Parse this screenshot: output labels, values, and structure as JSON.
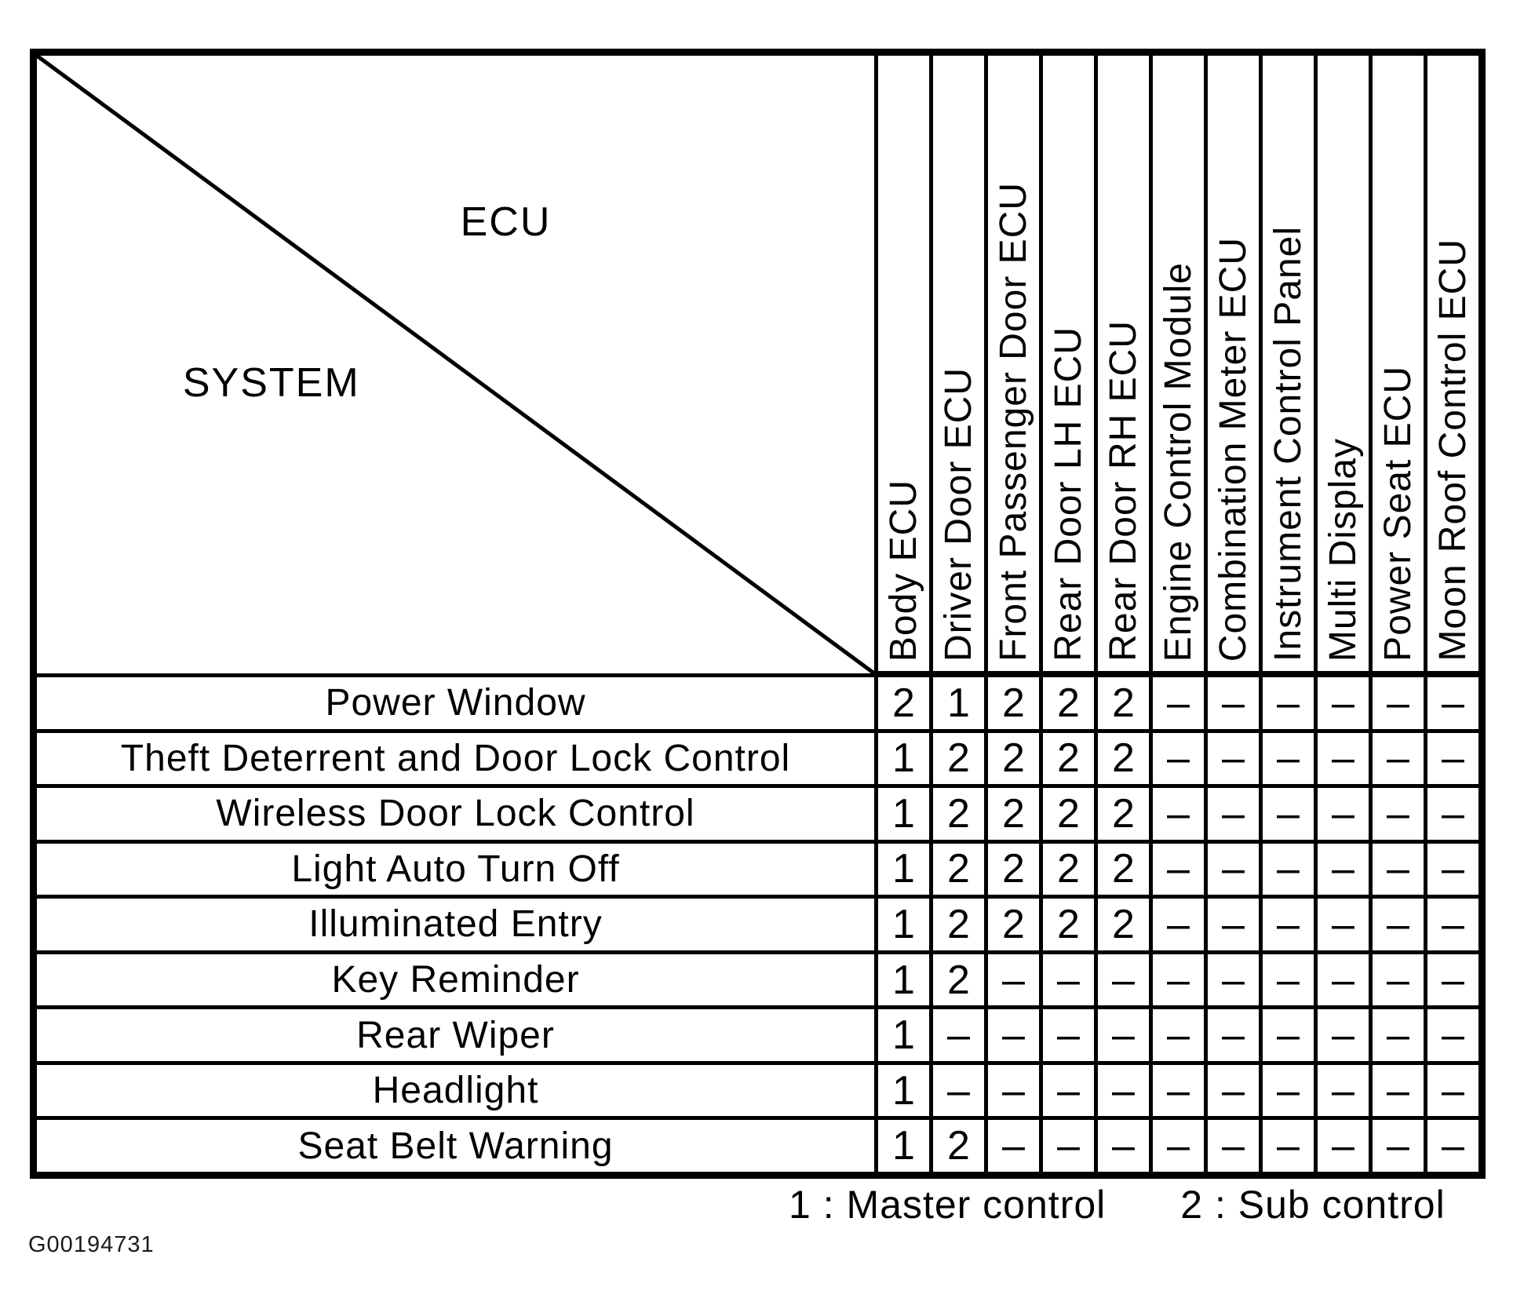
{
  "figure_id": "G00194731",
  "matrix": {
    "corner": {
      "top_label": "ECU",
      "bottom_label": "SYSTEM"
    },
    "columns": [
      "Body ECU",
      "Driver Door ECU",
      "Front Passenger Door ECU",
      "Rear Door LH ECU",
      "Rear Door RH ECU",
      "Engine Control Module",
      "Combination Meter ECU",
      "Instrument Control Panel",
      "Multi Display",
      "Power Seat ECU",
      "Moon Roof Control ECU"
    ],
    "rows": [
      {
        "system": "Power Window",
        "values": [
          "2",
          "1",
          "2",
          "2",
          "2",
          "–",
          "–",
          "–",
          "–",
          "–",
          "–"
        ]
      },
      {
        "system": "Theft Deterrent and Door Lock Control",
        "values": [
          "1",
          "2",
          "2",
          "2",
          "2",
          "–",
          "–",
          "–",
          "–",
          "–",
          "–"
        ]
      },
      {
        "system": "Wireless Door Lock Control",
        "values": [
          "1",
          "2",
          "2",
          "2",
          "2",
          "–",
          "–",
          "–",
          "–",
          "–",
          "–"
        ]
      },
      {
        "system": "Light Auto Turn Off",
        "values": [
          "1",
          "2",
          "2",
          "2",
          "2",
          "–",
          "–",
          "–",
          "–",
          "–",
          "–"
        ]
      },
      {
        "system": "Illuminated Entry",
        "values": [
          "1",
          "2",
          "2",
          "2",
          "2",
          "–",
          "–",
          "–",
          "–",
          "–",
          "–"
        ]
      },
      {
        "system": "Key Reminder",
        "values": [
          "1",
          "2",
          "–",
          "–",
          "–",
          "–",
          "–",
          "–",
          "–",
          "–",
          "–"
        ]
      },
      {
        "system": "Rear Wiper",
        "values": [
          "1",
          "–",
          "–",
          "–",
          "–",
          "–",
          "–",
          "–",
          "–",
          "–",
          "–"
        ]
      },
      {
        "system": "Headlight",
        "values": [
          "1",
          "–",
          "–",
          "–",
          "–",
          "–",
          "–",
          "–",
          "–",
          "–",
          "–"
        ]
      },
      {
        "system": "Seat Belt Warning",
        "values": [
          "1",
          "2",
          "–",
          "–",
          "–",
          "–",
          "–",
          "–",
          "–",
          "–",
          "–"
        ]
      }
    ]
  },
  "legend": [
    "1 : Master control",
    "2 : Sub control"
  ],
  "colors": {
    "line": "#000000",
    "background": "#ffffff"
  }
}
